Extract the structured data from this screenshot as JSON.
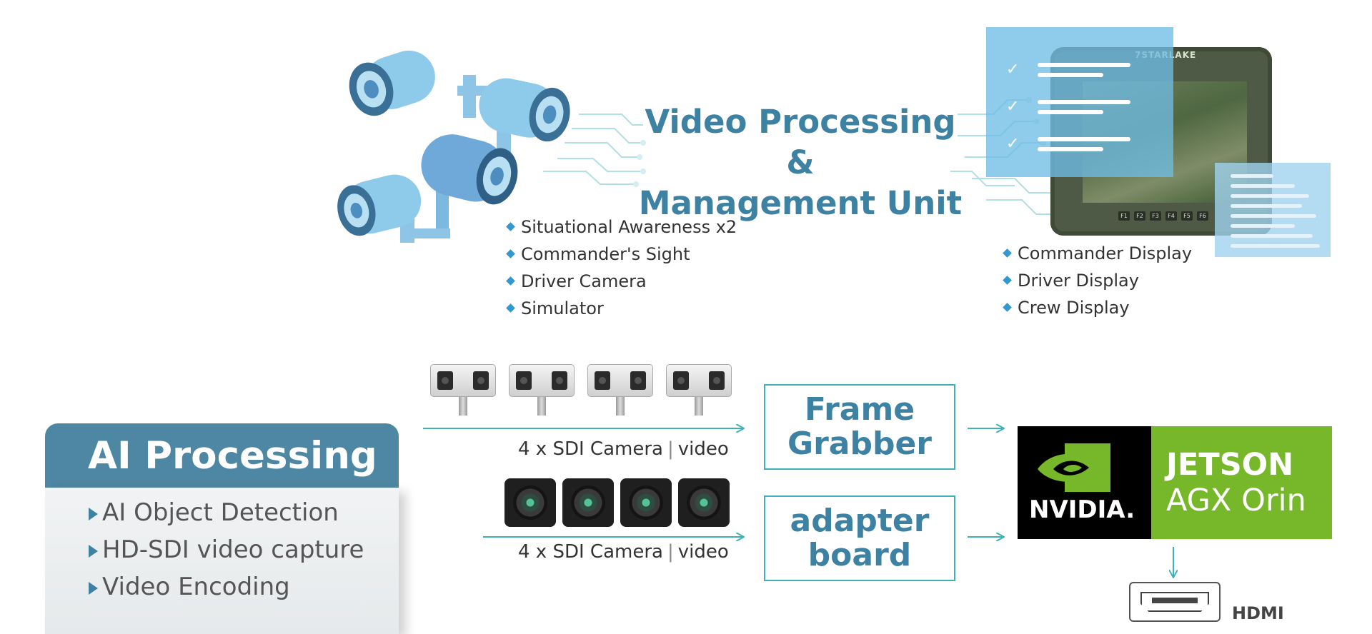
{
  "header": {
    "title_line1": "Video Processing &",
    "title_line2": "Management Unit"
  },
  "inputs": {
    "items": [
      "Situational Awareness x2",
      "Commander's Sight",
      "Driver Camera",
      "Simulator"
    ]
  },
  "outputs": {
    "items": [
      "Commander Display",
      "Driver Display",
      "Crew Display"
    ]
  },
  "display_device": {
    "brand": "7STARLAKE",
    "fkeys": [
      "F1",
      "F2",
      "F3",
      "F4",
      "F5",
      "F6"
    ]
  },
  "ai_processing": {
    "title": "AI Processing",
    "items": [
      "AI Object Detection",
      "HD-SDI video capture",
      "Video Encoding"
    ]
  },
  "camera_rows": [
    {
      "count_label": "4 x SDI Camera",
      "signal": "video"
    },
    {
      "count_label": "4 x SDI Camera",
      "signal": "video"
    }
  ],
  "frame_grabber": {
    "line1": "Frame",
    "line2": "Grabber"
  },
  "adapter_board": {
    "line1": "adapter",
    "line2": "board"
  },
  "jetson": {
    "vendor": "NVIDIA.",
    "title": "JETSON",
    "subtitle": "AGX Orin",
    "vendor_color": "#000000",
    "product_color": "#76b82a"
  },
  "hdmi": {
    "label": "HDMI",
    "icon": "hdmi-port-icon"
  },
  "colors": {
    "accent": "#3d82a3",
    "box_border": "#3eb1b8",
    "arrow": "#3eb1b8",
    "camera_blue": "#8ecbea"
  }
}
